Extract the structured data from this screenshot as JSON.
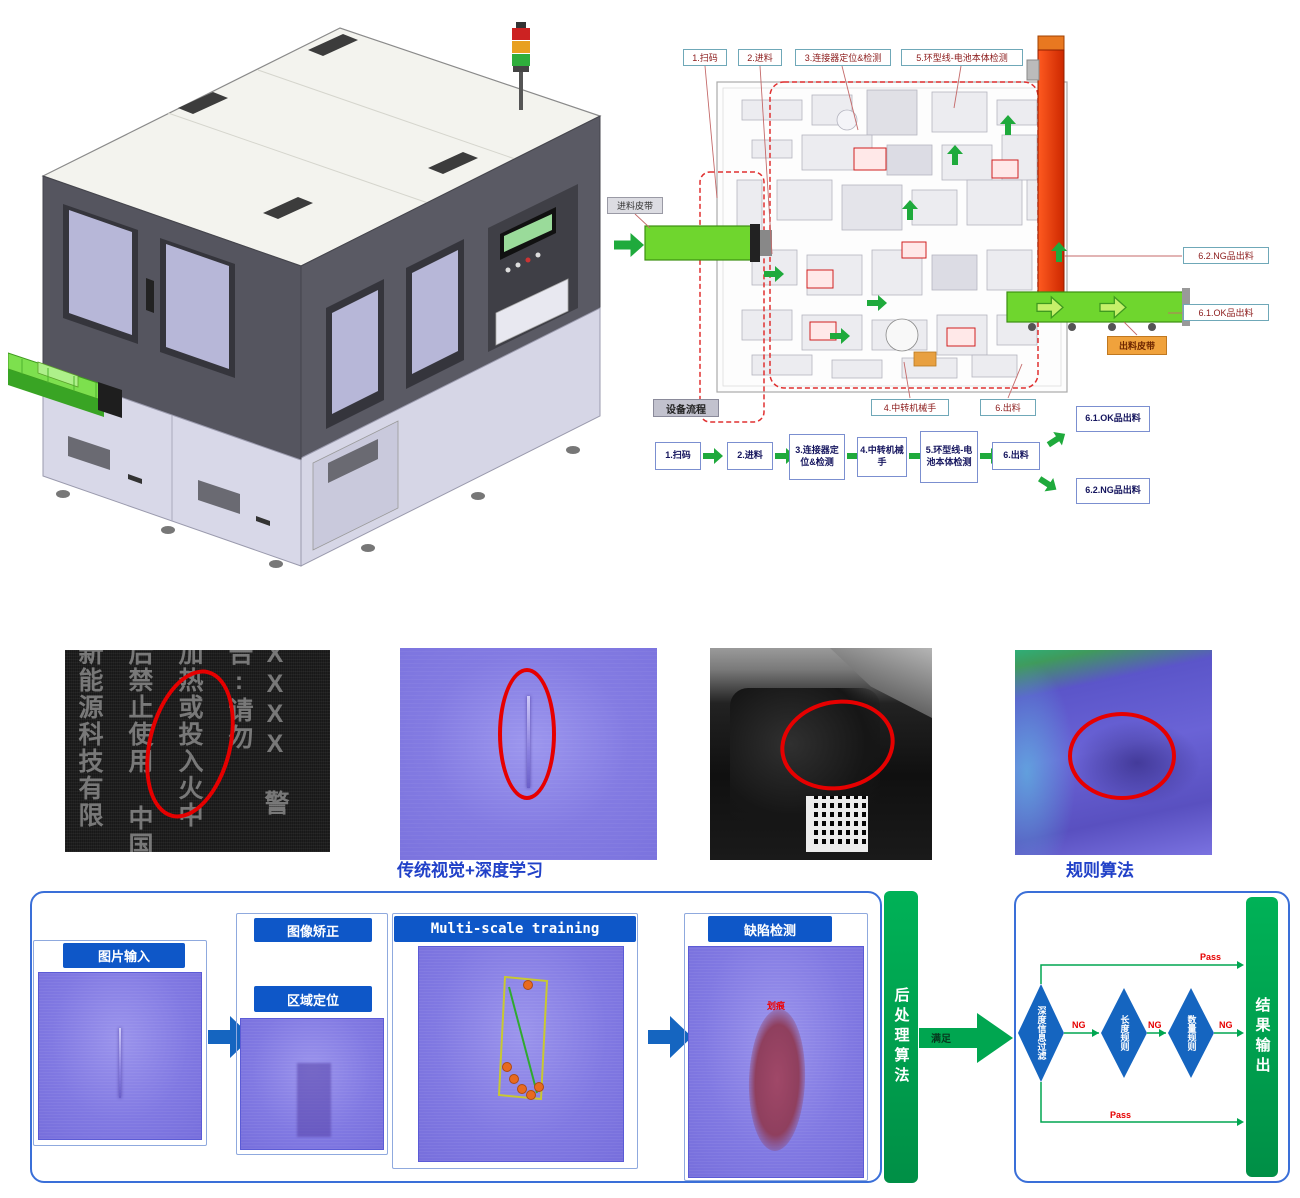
{
  "samples": {
    "label_lines": [
      "新能源科技有限",
      "后禁止使用 中国",
      "加热或投入火中",
      "XXXX 警告:请勿"
    ]
  },
  "layout": {
    "callouts": {
      "scan": "1.扫码",
      "feed": "2.进料",
      "connector": "3.连接器定位&检测",
      "ring": "5.环型线-电池本体检测",
      "feed_belt": "进料皮带",
      "ng_out": "6.2.NG品出料",
      "ok_out": "6.1.OK品出料",
      "robot": "4.中转机械手",
      "out": "6.出料",
      "out_belt": "出料皮带"
    },
    "flow": {
      "title": "设备流程",
      "steps": [
        "1.扫码",
        "2.进料",
        "3.连接器定位&检测",
        "4.中转机械手",
        "5.环型线-电池本体检测",
        "6.出料"
      ],
      "ok": "6.1.OK品出料",
      "ng": "6.2.NG品出料"
    }
  },
  "captions": {
    "left": "传统视觉+深度学习",
    "right": "规则算法"
  },
  "pipeline": {
    "input": "图片输入",
    "rectify": "图像矫正",
    "locate": "区域定位",
    "multiscale": "Multi-scale training",
    "detect": "缺陷检测",
    "post": "后处理算法",
    "annotation": "划痕",
    "arrow_label": "满足"
  },
  "rules": {
    "d1": "深度信息过滤",
    "d2": "长度规则",
    "d3": "数量规则",
    "output": "结果输出",
    "ng": "NG",
    "pass": "Pass"
  },
  "colors": {
    "accent_blue": "#0e57c8",
    "green": "#00a650",
    "red": "#e60000"
  }
}
